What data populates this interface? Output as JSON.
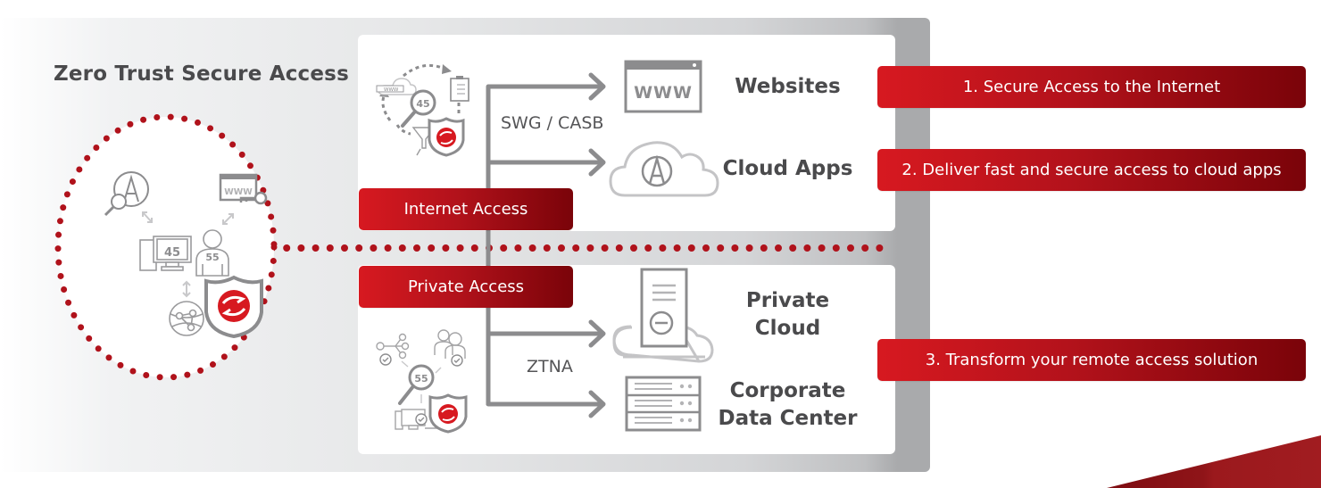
{
  "title": "Zero Trust Secure Access",
  "colors": {
    "brand_red": "#d71920",
    "brand_red_dark": "#7a0309",
    "icon_gray": "#8c8c8e",
    "text_dark": "#4a4a4c",
    "frame_gray": "#a9aaac"
  },
  "zone": {
    "icons": [
      "app-search-icon",
      "www-key-icon",
      "desktop-icon",
      "user-icon",
      "network-globe-icon",
      "shield-logo-icon"
    ],
    "desktop_score": "45",
    "user_score": "55",
    "www_label": "WWW"
  },
  "internet_access": {
    "label": "Internet Access",
    "protocol": "SWG / CASB",
    "icon_score": "45",
    "icon_www": "WWW",
    "destinations": [
      {
        "label": "Websites",
        "icon": "www-browser-icon",
        "icon_text": "WWW"
      },
      {
        "label": "Cloud Apps",
        "icon": "cloud-app-icon"
      }
    ]
  },
  "private_access": {
    "label": "Private Access",
    "protocol": "ZTNA",
    "icon_score": "55",
    "destinations": [
      {
        "label_line1": "Private",
        "label_line2": "Cloud",
        "icon": "private-cloud-server-icon"
      },
      {
        "label_line1": "Corporate",
        "label_line2": "Data Center",
        "icon": "server-rack-icon"
      }
    ]
  },
  "outcomes": [
    {
      "label": "1. Secure Access to the Internet"
    },
    {
      "label": "2. Deliver fast and secure access to cloud apps"
    },
    {
      "label": "3. Transform your remote access solution"
    }
  ]
}
